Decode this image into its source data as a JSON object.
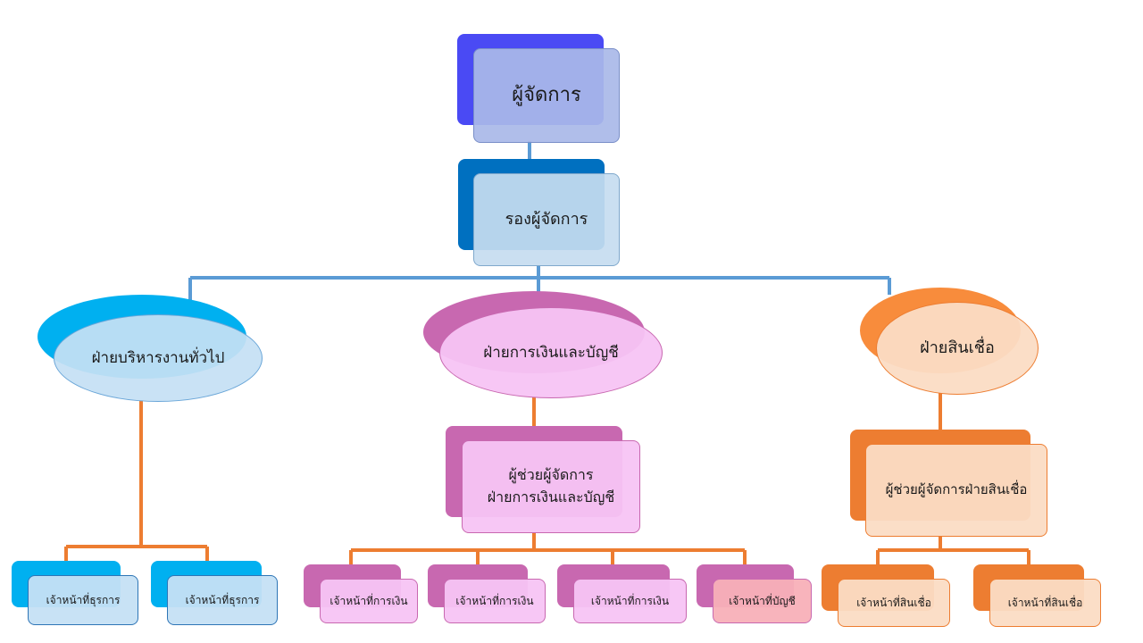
{
  "manager": {
    "title": "ผู้จัดการ"
  },
  "deputy": {
    "title": "รองผู้จัดการ"
  },
  "departments": [
    {
      "name": "ฝ่ายบริหารงานทั่วไป",
      "staff": [
        "เจ้าหน้าที่ธุรการ",
        "เจ้าหน้าที่ธุรการ"
      ]
    },
    {
      "name": "ฝ่ายการเงินและบัญชี",
      "assistant": [
        "ผู้ช่วยผู้จัดการ",
        "ฝ่ายการเงินและบัญชี"
      ],
      "staff": [
        "เจ้าหน้าที่การเงิน",
        "เจ้าหน้าที่การเงิน",
        "เจ้าหน้าที่การเงิน",
        "เจ้าหน้าที่บัญชี"
      ]
    },
    {
      "name": "ฝ่ายสินเชื่อ",
      "assistant": [
        "ผู้ช่วยผู้จัดการฝ่ายสินเชื่อ"
      ],
      "staff": [
        "เจ้าหน้าที่สินเชื่อ",
        "เจ้าหน้าที่สินเชื่อ"
      ]
    }
  ],
  "colors": {
    "blue_line": "#5b9bd5",
    "orange_line": "#ed7d31",
    "manager_back": "#4a4af4",
    "manager_front": "#a9b9e8",
    "deputy_back": "#0070c0",
    "deputy_front": "#c5dcf0",
    "admin_back": "#00b0f0",
    "admin_front": "#c5e0f4",
    "finance_back": "#c868b0",
    "finance_front": "#f7c4f4",
    "accounting_front": "#f8b0b8",
    "credit_back": "#f88c3c",
    "credit_front": "#fbdcc4"
  }
}
